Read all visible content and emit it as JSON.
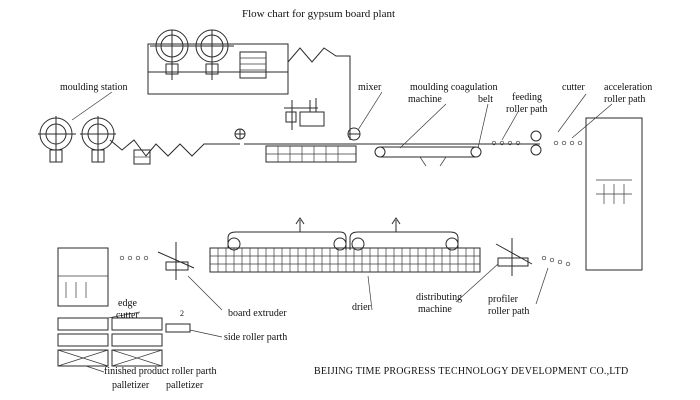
{
  "title": "Flow chart for gypsum board plant",
  "company": "BEIJING TIME PROGRESS TECHNOLOGY DEVELOPMENT CO.,LTD",
  "labels": {
    "moulding_station": "moulding station",
    "mixer": "mixer",
    "moulding_coagulation": "moulding coagulation",
    "machine": "machine",
    "belt": "belt",
    "feeding": "feeding",
    "roller_path_feeding": "roller path",
    "cutter": "cutter",
    "acceleration": "acceleration",
    "roller_path_accel": "roller path",
    "edge": "edge",
    "cutter_edge": "cutter",
    "board_extruder": "board extruder",
    "side_roller_parth": "side roller parth",
    "drier": "drier",
    "distributing": "distributing",
    "machine_dist": "machine",
    "profiler": "profiler",
    "roller_path_profiler": "roller path",
    "finished_product": "finished product roller parth",
    "palletizer_1": "palletizer",
    "palletizer_2": "palletizer",
    "mark_2": "2"
  }
}
